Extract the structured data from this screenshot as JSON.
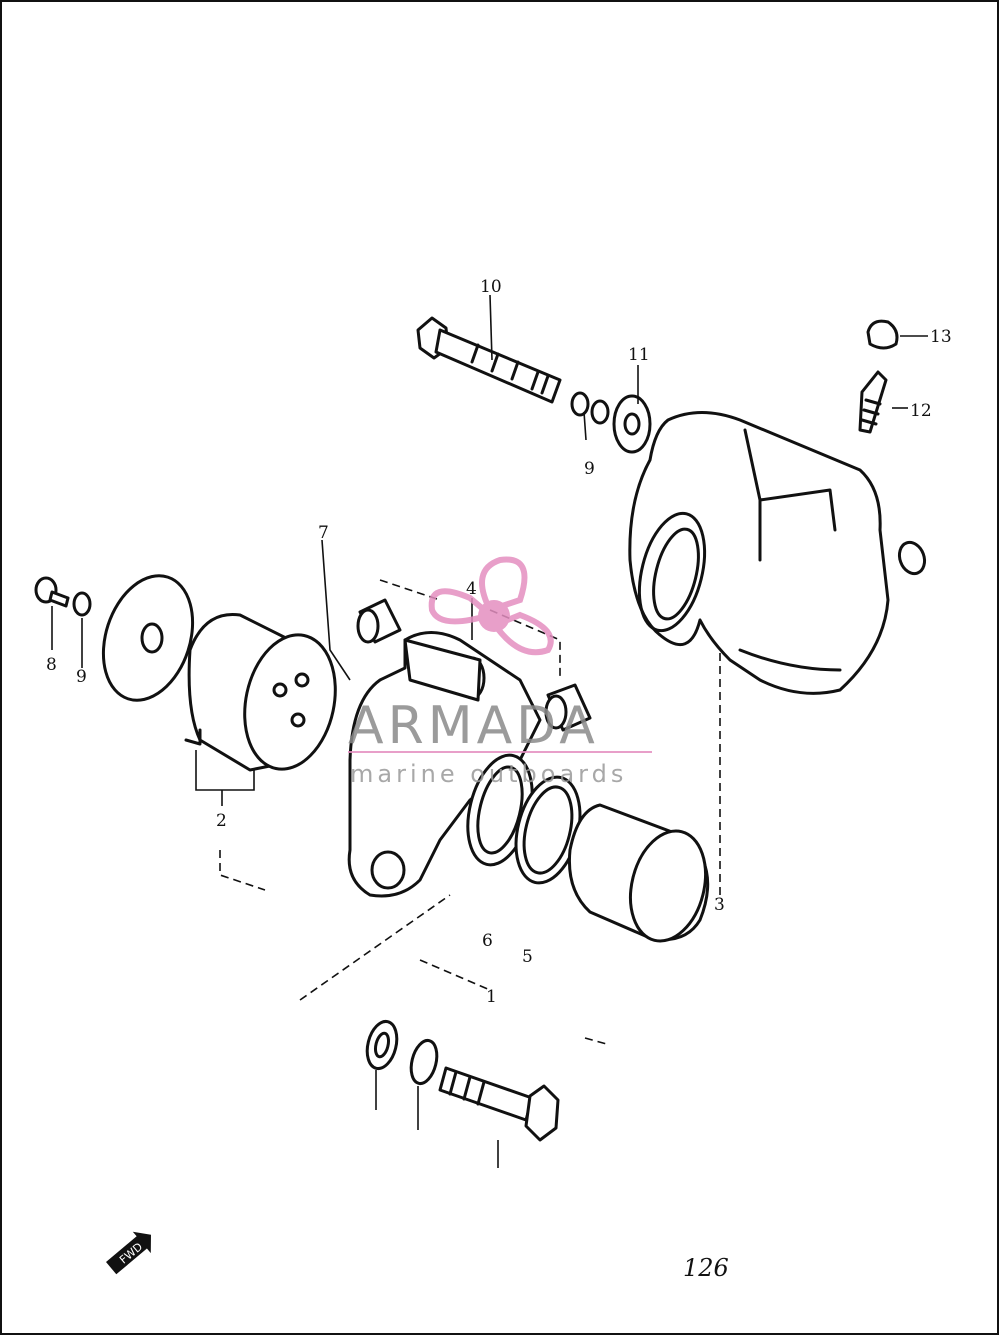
{
  "diagram": {
    "part_labels": {
      "l1": "1",
      "l2": "2",
      "l3": "3",
      "l4": "4",
      "l5": "5",
      "l6": "6",
      "l7": "7",
      "l8": "8",
      "l9": "9",
      "l10": "10",
      "l11": "11",
      "l12": "12",
      "l13": "13"
    },
    "page_number": "126",
    "fwd_marker": "FWD"
  },
  "watermark": {
    "title": "ARMADA",
    "subtitle": "marine outboards",
    "logo_color": "#e48fc0"
  }
}
